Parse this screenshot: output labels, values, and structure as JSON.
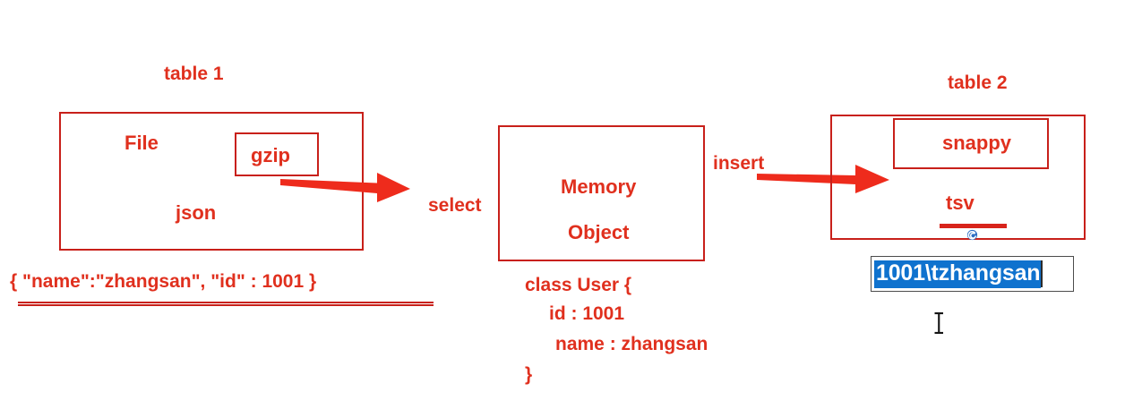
{
  "diagram": {
    "title_table1": "table 1",
    "title_table2": "table 2",
    "table1": {
      "format_label": "File",
      "serialization_label": "json",
      "codec_label": "gzip",
      "sample_record": "{ \"name\":\"zhangsan\", \"id\" : 1001 }"
    },
    "memory": {
      "box_line1": "Memory",
      "box_line2": "Object",
      "class_line1": "class User {",
      "class_line2": "id : 1001",
      "class_line3": "name : zhangsan",
      "class_line4": "}"
    },
    "table2": {
      "codec_label": "snappy",
      "serialization_label": "tsv",
      "output_value": "1001\\tzhangsan"
    },
    "edges": {
      "left_label": "select",
      "right_label": "insert"
    },
    "colors": {
      "text_red": "#E0301E",
      "box_red": "#C8201A",
      "arrow_red": "#EE2B1C",
      "selection_blue": "#0F72CE",
      "background": "#FFFFFF"
    },
    "icons": {
      "swirl": "swirl-icon",
      "cursor": "i-beam-cursor-icon"
    }
  }
}
